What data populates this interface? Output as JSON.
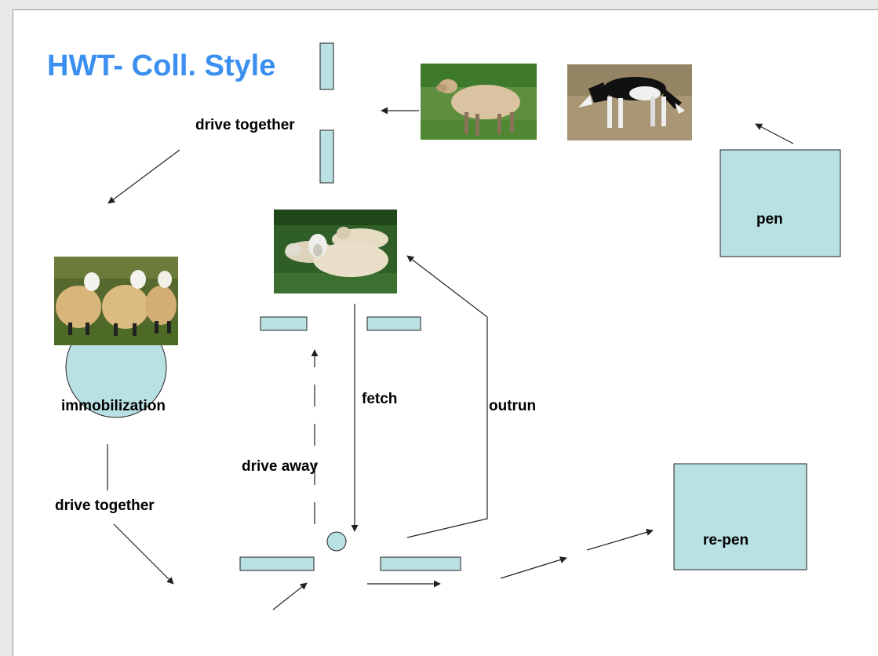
{
  "title": "HWT- Coll. Style",
  "labels": {
    "drive_together_top": "drive together",
    "pen": "pen",
    "immobilization": "immobilization",
    "fetch": "fetch",
    "outrun": "outrun",
    "drive_away": "drive away",
    "drive_together_bottom": "drive together",
    "re_pen": "re-pen"
  },
  "colors": {
    "title": "#3a8ff0",
    "box_fill": "#b9e0e2",
    "stroke": "#222222",
    "grass": "#3f7a2c",
    "wool": "#d9c3a0"
  },
  "images": [
    "sheep-photo",
    "border-collie-photo",
    "sheep-group-photo",
    "three-sheep-photo"
  ]
}
